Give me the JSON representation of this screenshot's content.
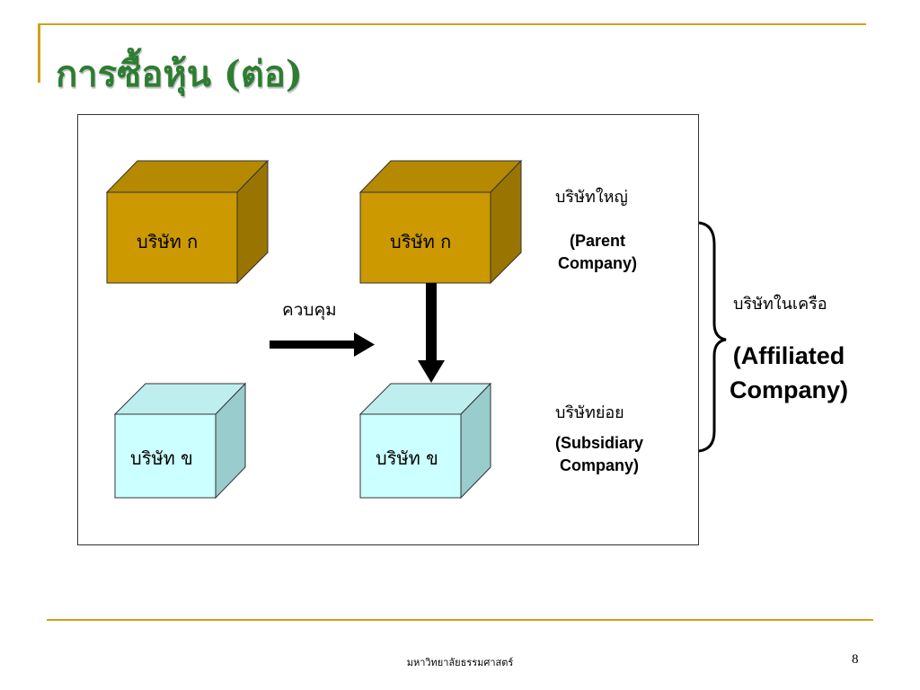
{
  "slide": {
    "title": "การซื้อหุ้น (ต่อ)",
    "page_number": "8",
    "footer": "มหาวิทยาลัยธรรมศาสตร์"
  },
  "diagram": {
    "box_a_left": "บริษัท ก",
    "box_a_right": "บริษัท ก",
    "box_b_left": "บริษัท ข",
    "box_b_right": "บริษัท ข",
    "control_label": "ควบคุม",
    "parent_th": "บริษัทใหญ่",
    "parent_en_line1": "(Parent",
    "parent_en_line2": "Company)",
    "subsidiary_th": "บริษัทย่อย",
    "subsidiary_en_line1": "(Subsidiary",
    "subsidiary_en_line2": "Company)",
    "affiliated_th": "บริษัทในเครือ",
    "affiliated_en_line1": "(Affiliated",
    "affiliated_en_line2": "Company)"
  },
  "colors": {
    "title": "#2e7d32",
    "accent": "#d4a017",
    "gold_front": "#cc9900",
    "gold_top": "#b58900",
    "gold_side": "#9a7400",
    "cyan_front": "#ccffff",
    "cyan_top": "#bfeeee",
    "cyan_side": "#99cccc"
  }
}
